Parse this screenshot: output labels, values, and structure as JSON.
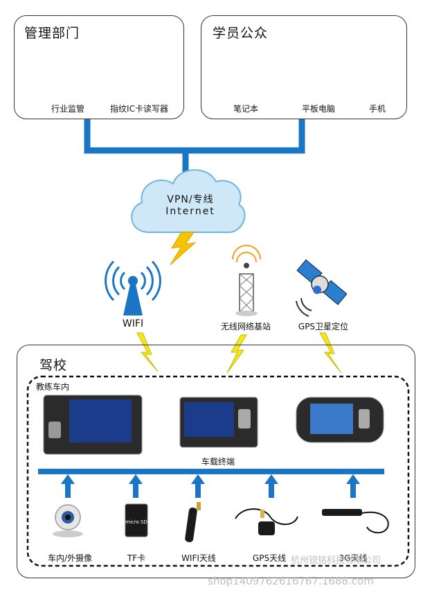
{
  "top_left_panel": {
    "title": "管理部门",
    "items": [
      {
        "label": "行业监管",
        "icon": "desktop-computer-icon"
      },
      {
        "label": "指纹IC卡读写器",
        "icon": "handheld-reader-icon"
      }
    ]
  },
  "top_right_panel": {
    "title": "学员公众",
    "items": [
      {
        "label": "笔记本",
        "icon": "laptop-icon"
      },
      {
        "label": "平板电脑",
        "icon": "tablet-icon"
      },
      {
        "label": "手机",
        "icon": "phone-icon"
      }
    ]
  },
  "cloud": {
    "line1": "VPN/专线",
    "line2": "Internet"
  },
  "wireless": [
    {
      "label": "WIFI",
      "icon": "wifi-antenna-icon"
    },
    {
      "label": "无线网络基站",
      "icon": "base-station-icon"
    },
    {
      "label": "GPS卫星定位",
      "icon": "satellite-icon"
    }
  ],
  "school": {
    "title": "驾校",
    "inner_title": "教练车内",
    "terminal_label": "车载终端",
    "peripherals": [
      {
        "label": "车内/外摄像",
        "icon": "camera-icon"
      },
      {
        "label": "TF卡",
        "icon": "sd-card-icon"
      },
      {
        "label": "WIFI天线",
        "icon": "wifi-antenna-stick-icon"
      },
      {
        "label": "GPS天线",
        "icon": "gps-antenna-icon"
      },
      {
        "label": "3G天线",
        "icon": "3g-antenna-icon"
      }
    ],
    "sd_card_text": "micro SD"
  },
  "watermark": {
    "line1": "杭州锐铭科技有限公司",
    "line2": "shop1409762616767.1688.com"
  },
  "colors": {
    "connector": "#1a75c4",
    "lightning": "#f5c400",
    "cloud": "#cfe8f7",
    "cloud_edge": "#6fb3e0"
  }
}
